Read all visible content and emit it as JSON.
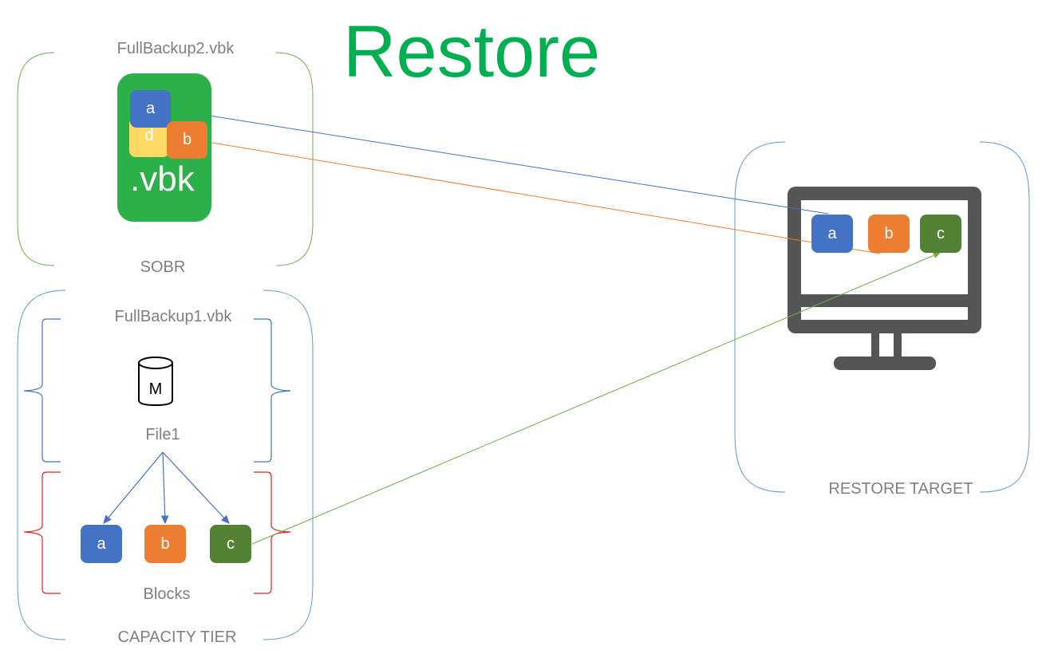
{
  "title": "Restore",
  "sobr": {
    "file_label": "FullBackup2.vbk",
    "group_label": "SOBR",
    "vbk_ext": ".vbk",
    "blocks": [
      "a",
      "d",
      "b"
    ]
  },
  "capacity_tier": {
    "file_label": "FullBackup1.vbk",
    "metadata_icon_letter": "M",
    "file_name": "File1",
    "blocks": [
      "a",
      "b",
      "c"
    ],
    "blocks_label": "Blocks",
    "group_label": "CAPACITY TIER"
  },
  "restore_target": {
    "label": "RESTORE TARGET",
    "blocks": [
      "a",
      "b",
      "c"
    ]
  },
  "colors": {
    "block_a": "#4472c4",
    "block_b": "#ed7d31",
    "block_c": "#548235",
    "block_d": "#ffd966",
    "vbk_green": "#2bb04a",
    "title_green": "#00b050",
    "monitor_gray": "#555555"
  }
}
